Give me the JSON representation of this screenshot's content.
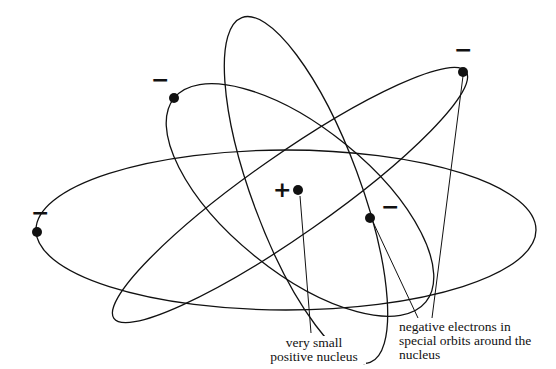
{
  "diagram": {
    "labels": [
      "−",
      "−",
      "+",
      "−",
      "−",
      "negative electrons in special orbits around the nucleus",
      "very small positive nucleus"
    ]
  }
}
